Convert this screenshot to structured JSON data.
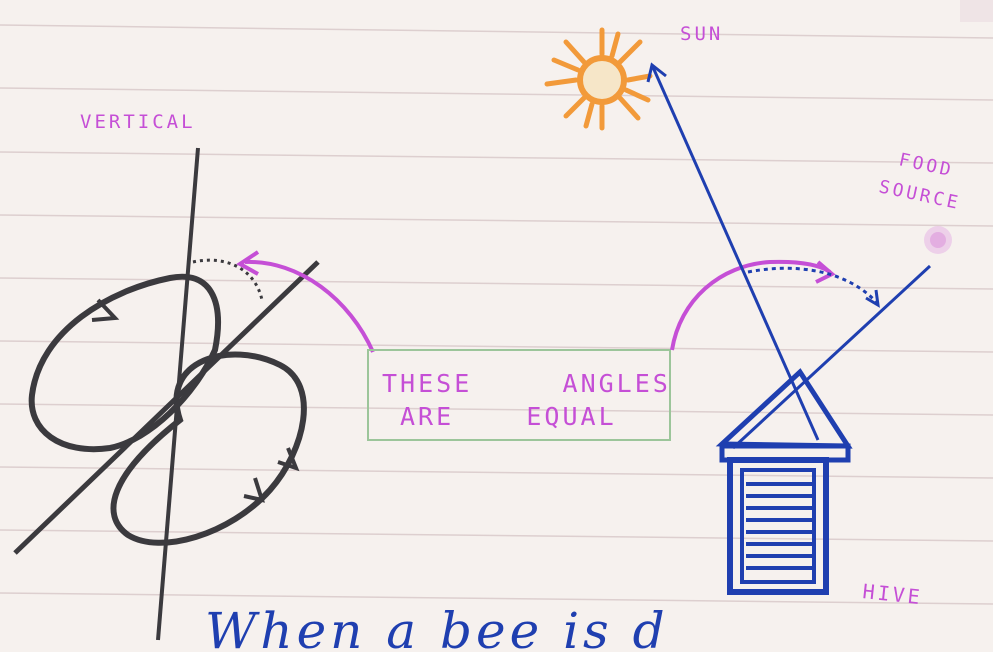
{
  "diagram": {
    "labels": {
      "vertical": "VERTICAL",
      "sun": "SUN",
      "food_line1": "FOOD",
      "food_line2": "SOURCE",
      "hive": "HIVE",
      "equal_line1": "THESE     ANGLES",
      "equal_line2": "ARE    EQUAL",
      "handwriting": "When  a  bee  is  d"
    },
    "colors": {
      "paper": "#f6f1ee",
      "rule_line": "#ddcfcf",
      "magenta_ink": "#c54fd6",
      "blue_ink": "#1f3fb0",
      "dark_ink": "#3b3a3e",
      "sun_orange": "#f29a3a",
      "box_green": "#9cc59a"
    }
  }
}
